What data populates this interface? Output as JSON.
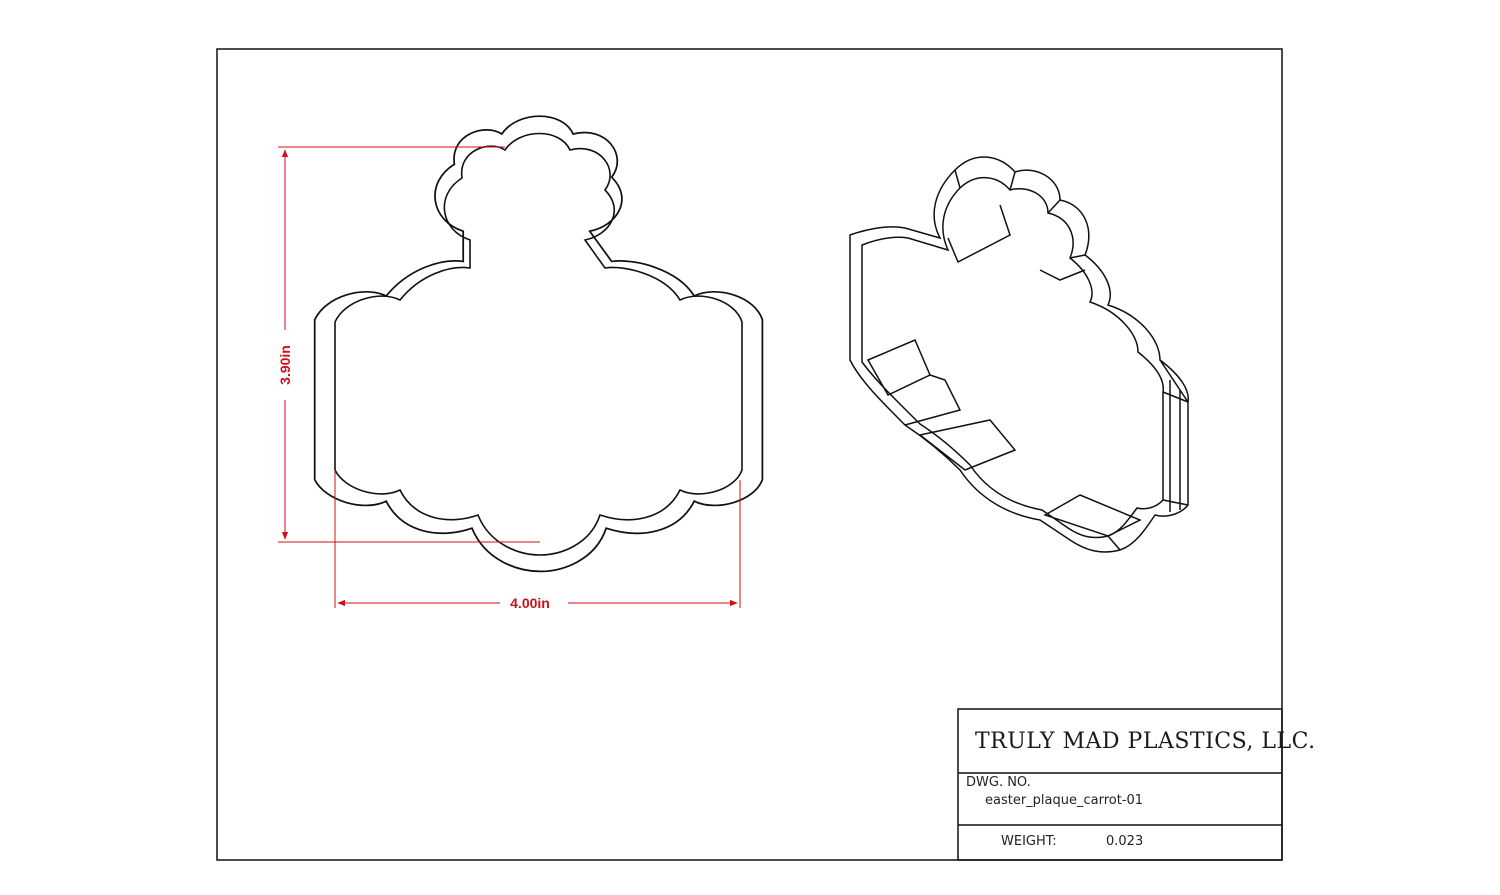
{
  "title_block": {
    "company": "TRULY MAD PLASTICS, LLC.",
    "dwg_no_label": "DWG.  NO.",
    "dwg_no_value": "easter_plaque_carrot-01",
    "weight_label": "WEIGHT:",
    "weight_value": "0.023"
  },
  "dimensions": {
    "height": "3.90in",
    "width": "4.00in"
  },
  "colors": {
    "dimension": "#d0101a",
    "line": "#111111"
  }
}
